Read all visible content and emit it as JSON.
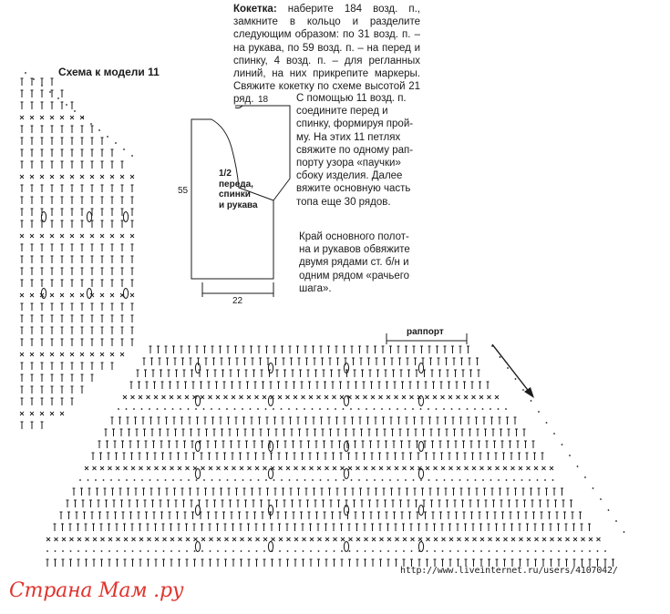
{
  "schema_title": "Схема к модели 11",
  "yoke": {
    "keyword": "Кокетка:",
    "text": " наберите 184 возд. п., замкните в кольцо и разделите следующим образом: по 31 возд. п. – на рукава, по 59 возд. п. – на перед и спинку, 4 возд. п. – для регланных линий, на них прикрепите маркеры. Свяжите кокетку по схеме высотой 21 ряд."
  },
  "paragraph2": "С помощью 11 возд. п.\nсоедините перед и\nспинку, формируя прой-\nму. На этих 11 петлях\nсвяжите по одному рап-\nпорту узора «паучки»\nсбоку изделия. Далее\nвяжите основную часть\nтопа еще 30 рядов.",
  "paragraph3": "Край основного полот-\nна и рукавов обвяжите\nдвумя рядами ст. б/н и\nодним рядом «рачьего\nшага».",
  "pattern": {
    "piece_label": "1/2\nпереда,\nспинки\nи рукава",
    "dim_top": "18",
    "dim_height": "55",
    "dim_bottom": "22"
  },
  "rapport_label": "раппорт",
  "source_url": "http://www.liveinternet.ru/users/4107042/",
  "logo_text": "Страна Мам .ру",
  "colors": {
    "ink": "#1b1b1b",
    "logo": "#e0342e"
  }
}
